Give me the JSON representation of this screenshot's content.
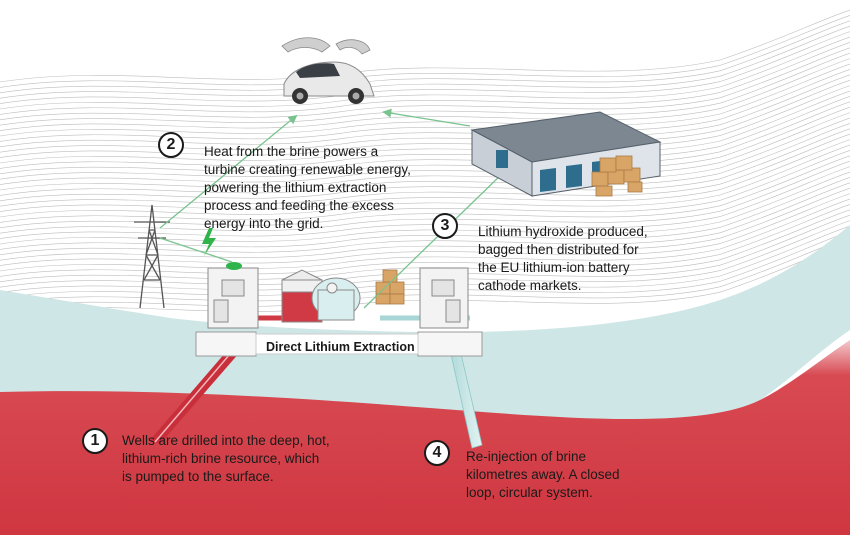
{
  "steps": [
    {
      "number": "1",
      "text": "Wells are drilled into the deep, hot,\nlithium-rich brine resource, which\nis pumped to the surface."
    },
    {
      "number": "2",
      "text": "Heat from the brine powers a\nturbine creating renewable energy,\npowering the lithium extraction\nprocess and feeding the excess\nenergy into the grid."
    },
    {
      "number": "3",
      "text": "Lithium hydroxide produced,\nbagged then distributed for\nthe EU lithium-ion battery\ncathode markets."
    },
    {
      "number": "4",
      "text": "Re-injection of brine\nkilometres away. A closed\nloop, circular system."
    }
  ],
  "plant_label": "Direct Lithium Extraction",
  "colors": {
    "brine_red": "#d03a44",
    "aquifer_teal": "#cfe6e6",
    "arrow_green": "#78c38f",
    "line_grey": "#b9b9b9",
    "energy_green": "#2fb34a"
  },
  "icons": [
    "electric-car-icon",
    "warehouse-icon",
    "power-pylon-icon",
    "lightning-bolt-icon",
    "cardboard-boxes-icon",
    "processing-plant-icon"
  ]
}
